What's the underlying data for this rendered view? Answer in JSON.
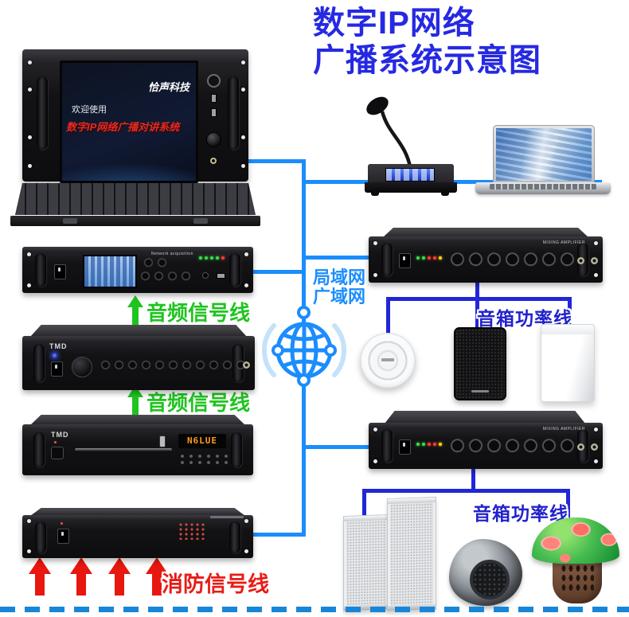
{
  "title": {
    "line1": "数字IP网络",
    "line2": "广播系统示意图"
  },
  "network_cloud": {
    "line1": "局域网",
    "line2": "广域网"
  },
  "cable_labels": {
    "audio_signal": "音频信号线",
    "speaker_power": "音箱功率线",
    "fire_signal": "消防信号线"
  },
  "host_pc": {
    "brand": "恰声科技",
    "welcome": "欢迎使用",
    "system_name": "数字IP网络广播对讲系统"
  },
  "devices": {
    "network_audio_unit": {
      "panel_text": "Network acquisition"
    },
    "mixer": {
      "brand": "TMD"
    },
    "cd_player": {
      "brand": "TMD",
      "display": "N6LUE"
    },
    "amp_top": {
      "label": "MIXING AMPLIFIER"
    },
    "amp_bottom": {
      "label": "MIXING AMPLIFIER"
    }
  },
  "icons": {
    "globe": "network-globe-icon",
    "green_arrow": "audio-arrow-icon",
    "red_arrow": "fire-arrow-icon"
  },
  "colors": {
    "network_line": "#1b8dfc",
    "power_line": "#2126d8",
    "title_blue": "#2629e2",
    "audio_green": "#1fc41f",
    "fire_red": "#e8170f",
    "power_label_blue": "#2222cc"
  }
}
